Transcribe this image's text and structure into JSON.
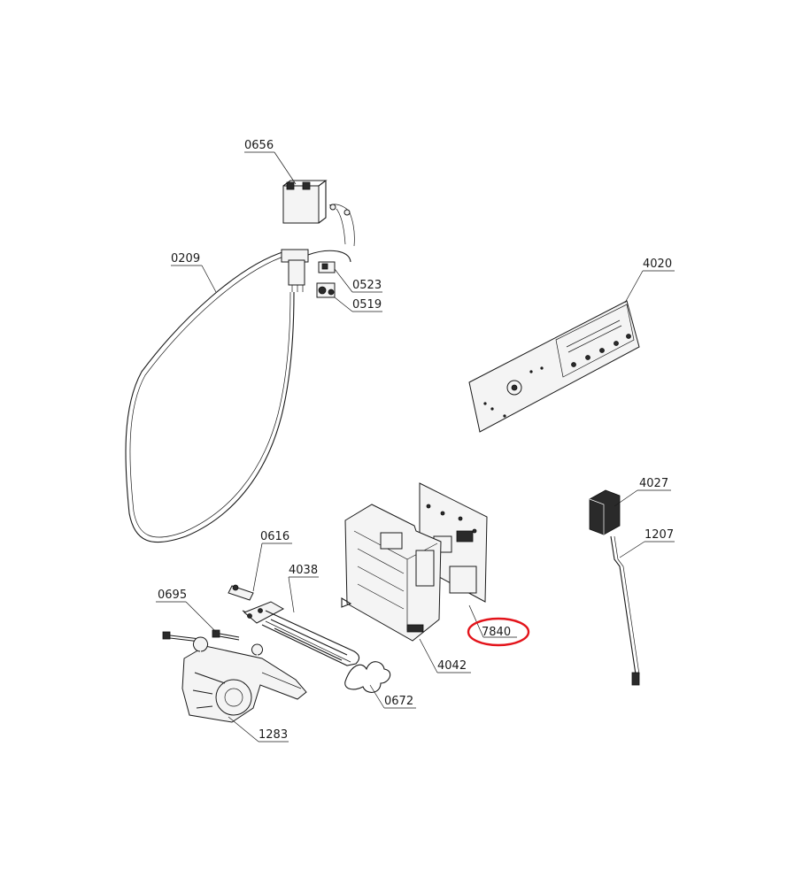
{
  "labels": {
    "p0656": "0656",
    "p0209": "0209",
    "p0523": "0523",
    "p0519": "0519",
    "p4020": "4020",
    "p4027": "4027",
    "p1207": "1207",
    "p0616": "0616",
    "p4038": "4038",
    "p0695": "0695",
    "p7840": "7840",
    "p4042": "4042",
    "p0672": "0672",
    "p1283": "1283"
  },
  "highlight": {
    "part": "7840",
    "color": "#e3141b"
  }
}
